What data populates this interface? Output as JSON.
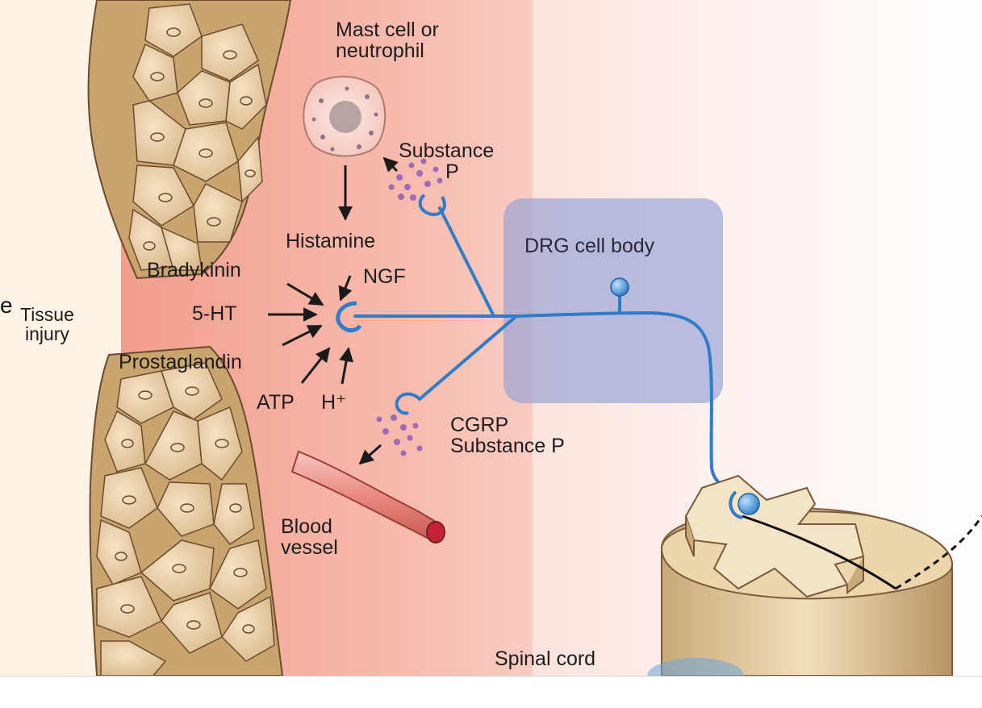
{
  "labels": {
    "mast_cell": [
      "Mast cell or",
      "neutrophil"
    ],
    "substance_p_top": [
      "Substance",
      "P"
    ],
    "histamine": "Histamine",
    "bradykinin": "Bradykinin",
    "ngf": "NGF",
    "five_ht": "5-HT",
    "prostaglandin": "Prostaglandin",
    "atp": "ATP",
    "h_plus": "H⁺",
    "tissue_injury": [
      "Tissue",
      "injury"
    ],
    "drg_cell_body": "DRG cell body",
    "cgrp_substance_p": [
      "CGRP",
      "Substance P"
    ],
    "blood_vessel": [
      "Blood",
      "vessel"
    ],
    "spinal_cord": "Spinal cord",
    "cut_letter": "e"
  },
  "colors": {
    "page_background": "#fdf2e6",
    "injury_pink": "#f3a492",
    "neuron_blue": "#2f7dc8",
    "drg_overlay": "#8e9ed6",
    "cell_tan": "#e8cfa8",
    "cell_outline": "#7a5a3a",
    "granule_purple": "#a06bb6",
    "vessel_red": "#d24a4a",
    "spinal_tan": "#e9d3a6"
  }
}
